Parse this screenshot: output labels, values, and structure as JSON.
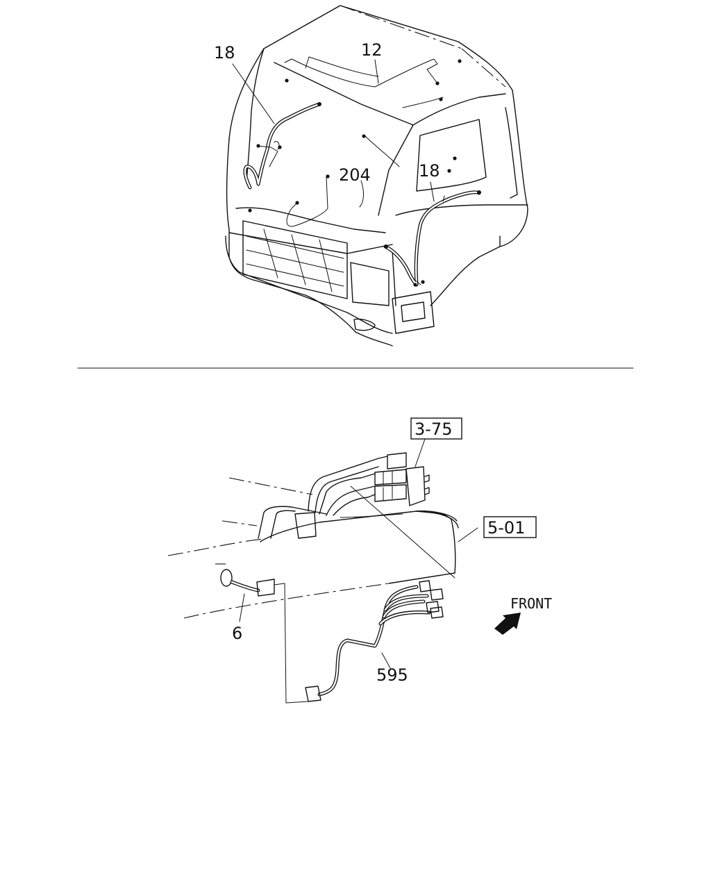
{
  "top_view": {
    "callouts": {
      "c18_left": "18",
      "c12": "12",
      "c204": "204",
      "c18_right": "18"
    }
  },
  "bottom_view": {
    "refs": {
      "ref_3_75": "3-75",
      "ref_5_01": "5-01"
    },
    "callouts": {
      "c6": "6",
      "c595": "595"
    },
    "direction_label": "FRONT"
  },
  "colors": {
    "line": "#111111",
    "background": "#ffffff"
  }
}
